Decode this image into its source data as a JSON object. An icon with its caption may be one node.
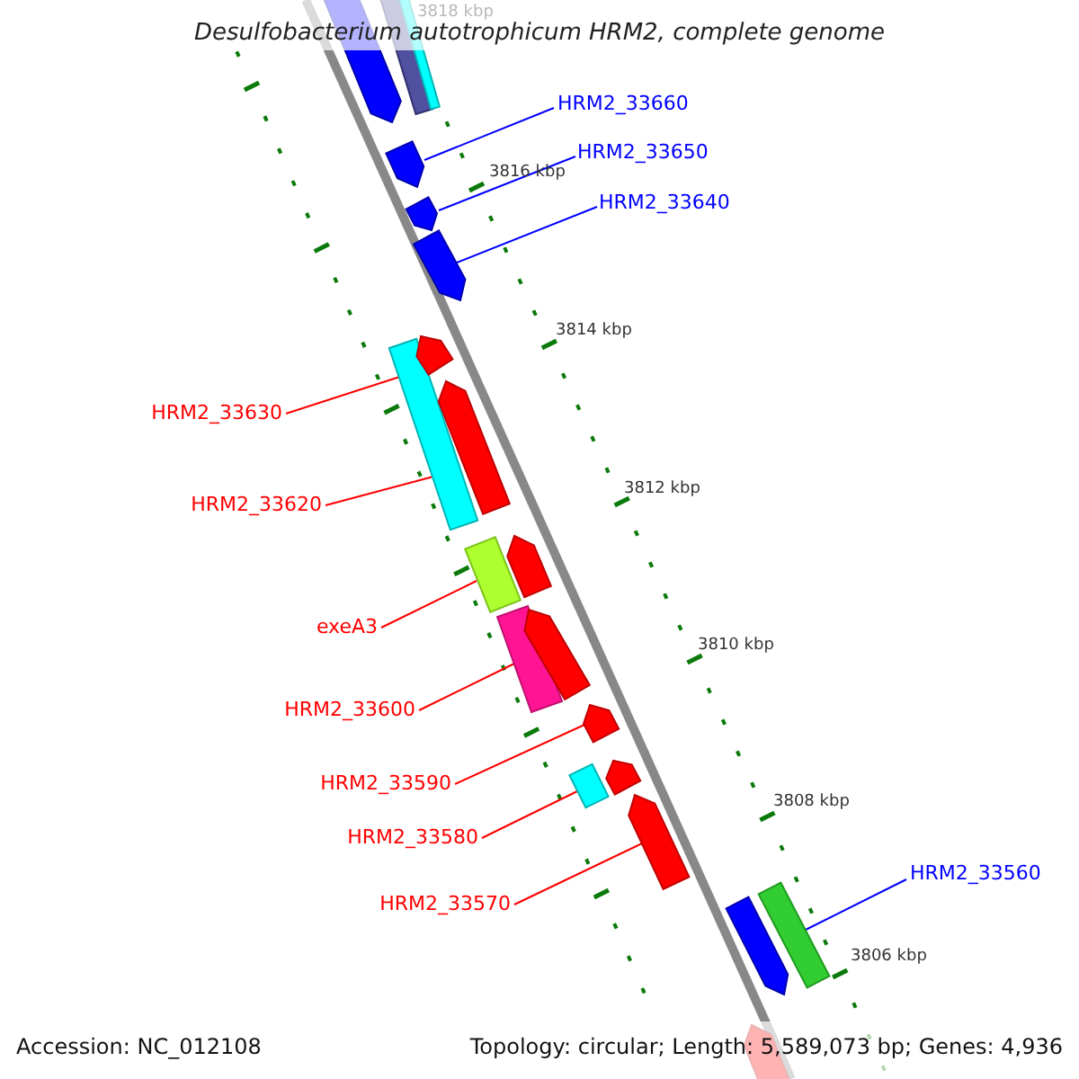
{
  "diagram": {
    "title": "Desulfobacterium autotrophicum HRM2, complete genome",
    "nodes": [
      {
        "text": [
          "HRM2_33660"
        ]
      },
      {
        "text": [
          "HRM2_33650"
        ]
      },
      {
        "text": [
          "HRM2_33640"
        ]
      },
      {
        "text": [
          "HRM2_33630"
        ]
      },
      {
        "text": [
          "HRM2_33620"
        ]
      },
      {
        "text": [
          "exeA3"
        ]
      },
      {
        "text": [
          "HRM2_33600"
        ]
      },
      {
        "text": [
          "HRM2_33590"
        ]
      },
      {
        "text": [
          "HRM2_33580"
        ]
      },
      {
        "text": [
          "HRM2_33570"
        ]
      },
      {
        "text": [
          "HRM2_33560"
        ]
      },
      {
        "text": [],
        "shape": "arrow"
      },
      {
        "text": [],
        "shape": "bar"
      },
      {
        "text": [],
        "shape": "bar"
      },
      {
        "text": [],
        "shape": "arrow"
      },
      {
        "text": [],
        "shape": "arrow"
      },
      {
        "text": [],
        "shape": "arrow"
      },
      {
        "text": [],
        "shape": "bar"
      },
      {
        "text": [],
        "shape": "arrow"
      },
      {
        "text": [],
        "shape": "arrow"
      },
      {
        "text": [],
        "shape": "arrow"
      },
      {
        "text": [],
        "shape": "bar"
      },
      {
        "text": [],
        "shape": "bar"
      },
      {
        "text": [],
        "shape": "arrow"
      },
      {
        "text": [],
        "shape": "arrow"
      },
      {
        "text": [],
        "shape": "bar"
      },
      {
        "text": [],
        "shape": "arrow"
      },
      {
        "text": [],
        "shape": "arrow"
      },
      {
        "text": [],
        "shape": "bar"
      },
      {
        "text": [],
        "shape": "arrow"
      },
      {
        "text": [],
        "shape": "arrow"
      }
    ],
    "edges": [
      {
        "from": 0,
        "to": 14,
        "arrow": "none",
        "color": "#0000ff"
      },
      {
        "from": 1,
        "to": 15,
        "arrow": "none",
        "color": "#0000ff"
      },
      {
        "from": 2,
        "to": 16,
        "arrow": "none",
        "color": "#0000ff"
      },
      {
        "from": 3,
        "to": 18,
        "arrow": "none"
      },
      {
        "from": 4,
        "to": 17,
        "arrow": "none"
      },
      {
        "from": 5,
        "to": 21,
        "arrow": "none"
      },
      {
        "from": 6,
        "to": 22,
        "arrow": "none"
      },
      {
        "from": 7,
        "to": 24,
        "arrow": "none"
      },
      {
        "from": 8,
        "to": 25,
        "arrow": "none"
      },
      {
        "from": 9,
        "to": 27,
        "arrow": "none"
      },
      {
        "from": 10,
        "to": 28,
        "arrow": "none",
        "color": "#0000ff"
      }
    ],
    "labels": [
      "3818 kbp",
      "3816 kbp",
      "3814 kbp",
      "3812 kbp",
      "3810 kbp",
      "3808 kbp",
      "3806 kbp",
      "Accession: NC_012108",
      "Topology: circular; Length: 5,589,073 bp; Genes: 4,936"
    ]
  }
}
